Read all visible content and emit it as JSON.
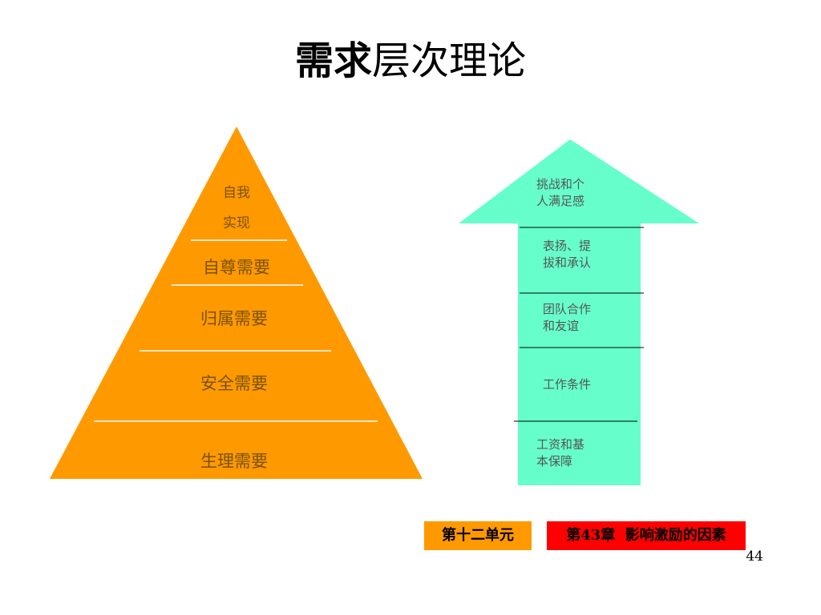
{
  "title": {
    "part1": "需求",
    "part2": "层次理论"
  },
  "pyramid": {
    "fill": "#FF9900",
    "levels": [
      {
        "line1": "自我",
        "line2": "实现"
      },
      {
        "label": "自尊需要"
      },
      {
        "label": "归属需要"
      },
      {
        "label": "安全需要"
      },
      {
        "label": "生理需要"
      }
    ]
  },
  "arrow": {
    "fill": "#66FFCC",
    "items": [
      {
        "line1": "挑战和个",
        "line2": "人满足感"
      },
      {
        "line1": "表扬、提",
        "line2": "拔和承认"
      },
      {
        "line1": "团队合作",
        "line2": "和友谊"
      },
      {
        "line1": "工作条件"
      },
      {
        "line1": "工资和基",
        "line2": "本保障"
      }
    ]
  },
  "tags": {
    "unit": "第十二单元",
    "chapter": "第43章  影响激励的因素",
    "unit_color": "#FF9900",
    "chapter_color": "#FF0000"
  },
  "page_number": "44"
}
